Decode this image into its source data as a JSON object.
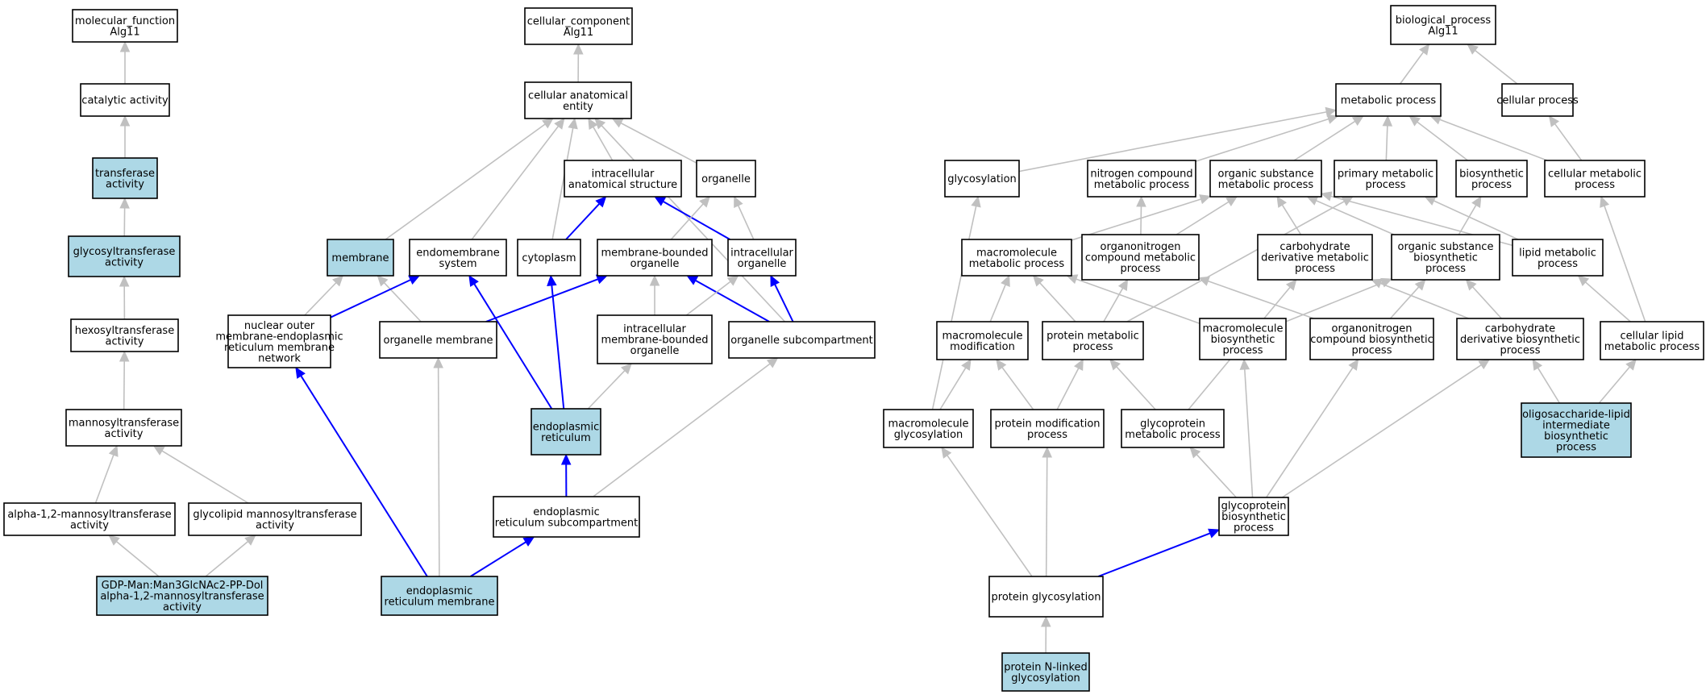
{
  "colors": {
    "default": "#ffffff",
    "highlight": "#add8e6",
    "is_a": "#c0c0c0",
    "part_of": "#0000ff"
  },
  "nodes": [
    {
      "id": "mf",
      "lines": [
        "molecular_function",
        "Alg11"
      ],
      "fill": "default"
    },
    {
      "id": "cat",
      "lines": [
        "catalytic activity"
      ],
      "fill": "default"
    },
    {
      "id": "trans",
      "lines": [
        "transferase",
        "activity"
      ],
      "fill": "highlight"
    },
    {
      "id": "glyco",
      "lines": [
        "glycosyltransferase",
        "activity"
      ],
      "fill": "highlight"
    },
    {
      "id": "hexo",
      "lines": [
        "hexosyltransferase",
        "activity"
      ],
      "fill": "default"
    },
    {
      "id": "manno",
      "lines": [
        "mannosyltransferase",
        "activity"
      ],
      "fill": "default"
    },
    {
      "id": "alpha12",
      "lines": [
        "alpha-1,2-mannosyltransferase",
        "activity"
      ],
      "fill": "default"
    },
    {
      "id": "glycolipid",
      "lines": [
        "glycolipid mannosyltransferase",
        "activity"
      ],
      "fill": "default"
    },
    {
      "id": "gdp",
      "lines": [
        "GDP-Man:Man3GlcNAc2-PP-Dol",
        "alpha-1,2-mannosyltransferase",
        "activity"
      ],
      "fill": "highlight"
    },
    {
      "id": "cc",
      "lines": [
        "cellular_component",
        "Alg11"
      ],
      "fill": "default"
    },
    {
      "id": "cae",
      "lines": [
        "cellular anatomical",
        "entity"
      ],
      "fill": "default"
    },
    {
      "id": "ias",
      "lines": [
        "intracellular",
        "anatomical structure"
      ],
      "fill": "default"
    },
    {
      "id": "organelle",
      "lines": [
        "organelle"
      ],
      "fill": "default"
    },
    {
      "id": "membrane",
      "lines": [
        "membrane"
      ],
      "fill": "highlight"
    },
    {
      "id": "endomem",
      "lines": [
        "endomembrane",
        "system"
      ],
      "fill": "default"
    },
    {
      "id": "cyto",
      "lines": [
        "cytoplasm"
      ],
      "fill": "default"
    },
    {
      "id": "mbo",
      "lines": [
        "membrane-bounded",
        "organelle"
      ],
      "fill": "default"
    },
    {
      "id": "io",
      "lines": [
        "intracellular",
        "organelle"
      ],
      "fill": "default"
    },
    {
      "id": "nomer",
      "lines": [
        "nuclear outer",
        "membrane-endoplasmic",
        "reticulum membrane",
        "network"
      ],
      "fill": "default"
    },
    {
      "id": "orgmem",
      "lines": [
        "organelle membrane"
      ],
      "fill": "default"
    },
    {
      "id": "imbo",
      "lines": [
        "intracellular",
        "membrane-bounded",
        "organelle"
      ],
      "fill": "default"
    },
    {
      "id": "orgsub",
      "lines": [
        "organelle subcompartment"
      ],
      "fill": "default"
    },
    {
      "id": "er",
      "lines": [
        "endoplasmic",
        "reticulum"
      ],
      "fill": "highlight"
    },
    {
      "id": "ersub",
      "lines": [
        "endoplasmic",
        "reticulum subcompartment"
      ],
      "fill": "default"
    },
    {
      "id": "ermem",
      "lines": [
        "endoplasmic",
        "reticulum membrane"
      ],
      "fill": "highlight"
    },
    {
      "id": "bp",
      "lines": [
        "biological_process",
        "Alg11"
      ],
      "fill": "default"
    },
    {
      "id": "metab",
      "lines": [
        "metabolic process"
      ],
      "fill": "default"
    },
    {
      "id": "cellproc",
      "lines": [
        "cellular process"
      ],
      "fill": "default"
    },
    {
      "id": "glycosylation",
      "lines": [
        "glycosylation"
      ],
      "fill": "default"
    },
    {
      "id": "ncmp",
      "lines": [
        "nitrogen compound",
        "metabolic process"
      ],
      "fill": "default"
    },
    {
      "id": "osmp",
      "lines": [
        "organic substance",
        "metabolic process"
      ],
      "fill": "default"
    },
    {
      "id": "pmp",
      "lines": [
        "primary metabolic",
        "process"
      ],
      "fill": "default"
    },
    {
      "id": "biosyn",
      "lines": [
        "biosynthetic",
        "process"
      ],
      "fill": "default"
    },
    {
      "id": "cmp",
      "lines": [
        "cellular metabolic",
        "process"
      ],
      "fill": "default"
    },
    {
      "id": "macromp",
      "lines": [
        "macromolecule",
        "metabolic process"
      ],
      "fill": "default"
    },
    {
      "id": "ocmp",
      "lines": [
        "organonitrogen",
        "compound metabolic",
        "process"
      ],
      "fill": "default"
    },
    {
      "id": "cdmp",
      "lines": [
        "carbohydrate",
        "derivative metabolic",
        "process"
      ],
      "fill": "default"
    },
    {
      "id": "osbp",
      "lines": [
        "organic substance",
        "biosynthetic",
        "process"
      ],
      "fill": "default"
    },
    {
      "id": "lipid",
      "lines": [
        "lipid metabolic",
        "process"
      ],
      "fill": "default"
    },
    {
      "id": "macromod",
      "lines": [
        "macromolecule",
        "modification"
      ],
      "fill": "default"
    },
    {
      "id": "protmp",
      "lines": [
        "protein metabolic",
        "process"
      ],
      "fill": "default"
    },
    {
      "id": "macrobp",
      "lines": [
        "macromolecule",
        "biosynthetic",
        "process"
      ],
      "fill": "default"
    },
    {
      "id": "ocbp",
      "lines": [
        "organonitrogen",
        "compound biosynthetic",
        "process"
      ],
      "fill": "default"
    },
    {
      "id": "cdbp",
      "lines": [
        "carbohydrate",
        "derivative biosynthetic",
        "process"
      ],
      "fill": "default"
    },
    {
      "id": "clmp",
      "lines": [
        "cellular lipid",
        "metabolic process"
      ],
      "fill": "default"
    },
    {
      "id": "macroglyc",
      "lines": [
        "macromolecule",
        "glycosylation"
      ],
      "fill": "default"
    },
    {
      "id": "protmod",
      "lines": [
        "protein modification",
        "process"
      ],
      "fill": "default"
    },
    {
      "id": "gpmp",
      "lines": [
        "glycoprotein",
        "metabolic process"
      ],
      "fill": "default"
    },
    {
      "id": "olib",
      "lines": [
        "oligosaccharide-lipid",
        "intermediate",
        "biosynthetic",
        "process"
      ],
      "fill": "highlight"
    },
    {
      "id": "gpbp",
      "lines": [
        "glycoprotein",
        "biosynthetic",
        "process"
      ],
      "fill": "default"
    },
    {
      "id": "protglyc",
      "lines": [
        "protein glycosylation"
      ],
      "fill": "default"
    },
    {
      "id": "pnlg",
      "lines": [
        "protein N-linked",
        "glycosylation"
      ],
      "fill": "highlight"
    }
  ],
  "edges": [
    {
      "from": "cat",
      "to": "mf",
      "kind": "is_a"
    },
    {
      "from": "trans",
      "to": "cat",
      "kind": "is_a"
    },
    {
      "from": "glyco",
      "to": "trans",
      "kind": "is_a"
    },
    {
      "from": "hexo",
      "to": "glyco",
      "kind": "is_a"
    },
    {
      "from": "manno",
      "to": "hexo",
      "kind": "is_a"
    },
    {
      "from": "alpha12",
      "to": "manno",
      "kind": "is_a"
    },
    {
      "from": "glycolipid",
      "to": "manno",
      "kind": "is_a"
    },
    {
      "from": "gdp",
      "to": "alpha12",
      "kind": "is_a"
    },
    {
      "from": "gdp",
      "to": "glycolipid",
      "kind": "is_a"
    },
    {
      "from": "cae",
      "to": "cc",
      "kind": "is_a"
    },
    {
      "from": "ias",
      "to": "cae",
      "kind": "is_a"
    },
    {
      "from": "organelle",
      "to": "cae",
      "kind": "is_a"
    },
    {
      "from": "membrane",
      "to": "cae",
      "kind": "is_a"
    },
    {
      "from": "endomem",
      "to": "cae",
      "kind": "is_a"
    },
    {
      "from": "cyto",
      "to": "cae",
      "kind": "is_a"
    },
    {
      "from": "orgsub",
      "to": "cae",
      "kind": "is_a"
    },
    {
      "from": "cyto",
      "to": "ias",
      "kind": "part_of"
    },
    {
      "from": "io",
      "to": "ias",
      "kind": "part_of"
    },
    {
      "from": "mbo",
      "to": "organelle",
      "kind": "is_a"
    },
    {
      "from": "io",
      "to": "organelle",
      "kind": "is_a"
    },
    {
      "from": "nomer",
      "to": "membrane",
      "kind": "is_a"
    },
    {
      "from": "orgmem",
      "to": "membrane",
      "kind": "is_a"
    },
    {
      "from": "nomer",
      "to": "endomem",
      "kind": "part_of"
    },
    {
      "from": "orgmem",
      "to": "mbo",
      "kind": "part_of"
    },
    {
      "from": "imbo",
      "to": "mbo",
      "kind": "is_a"
    },
    {
      "from": "orgsub",
      "to": "mbo",
      "kind": "part_of"
    },
    {
      "from": "imbo",
      "to": "io",
      "kind": "is_a"
    },
    {
      "from": "orgsub",
      "to": "io",
      "kind": "part_of"
    },
    {
      "from": "er",
      "to": "endomem",
      "kind": "part_of"
    },
    {
      "from": "er",
      "to": "cyto",
      "kind": "part_of"
    },
    {
      "from": "er",
      "to": "imbo",
      "kind": "is_a"
    },
    {
      "from": "ersub",
      "to": "er",
      "kind": "part_of"
    },
    {
      "from": "ersub",
      "to": "orgsub",
      "kind": "is_a"
    },
    {
      "from": "ermem",
      "to": "nomer",
      "kind": "part_of"
    },
    {
      "from": "ermem",
      "to": "orgmem",
      "kind": "is_a"
    },
    {
      "from": "ermem",
      "to": "ersub",
      "kind": "part_of"
    },
    {
      "from": "metab",
      "to": "bp",
      "kind": "is_a"
    },
    {
      "from": "cellproc",
      "to": "bp",
      "kind": "is_a"
    },
    {
      "from": "glycosylation",
      "to": "metab",
      "kind": "is_a"
    },
    {
      "from": "ncmp",
      "to": "metab",
      "kind": "is_a"
    },
    {
      "from": "osmp",
      "to": "metab",
      "kind": "is_a"
    },
    {
      "from": "pmp",
      "to": "metab",
      "kind": "is_a"
    },
    {
      "from": "biosyn",
      "to": "metab",
      "kind": "is_a"
    },
    {
      "from": "cmp",
      "to": "metab",
      "kind": "is_a"
    },
    {
      "from": "cmp",
      "to": "cellproc",
      "kind": "is_a"
    },
    {
      "from": "macromp",
      "to": "osmp",
      "kind": "is_a"
    },
    {
      "from": "ocmp",
      "to": "ncmp",
      "kind": "is_a"
    },
    {
      "from": "ocmp",
      "to": "osmp",
      "kind": "is_a"
    },
    {
      "from": "cdmp",
      "to": "osmp",
      "kind": "is_a"
    },
    {
      "from": "osbp",
      "to": "osmp",
      "kind": "is_a"
    },
    {
      "from": "osbp",
      "to": "biosyn",
      "kind": "is_a"
    },
    {
      "from": "lipid",
      "to": "osmp",
      "kind": "is_a"
    },
    {
      "from": "lipid",
      "to": "pmp",
      "kind": "is_a"
    },
    {
      "from": "macromod",
      "to": "macromp",
      "kind": "is_a"
    },
    {
      "from": "protmp",
      "to": "macromp",
      "kind": "is_a"
    },
    {
      "from": "protmp",
      "to": "ocmp",
      "kind": "is_a"
    },
    {
      "from": "protmp",
      "to": "pmp",
      "kind": "is_a"
    },
    {
      "from": "macrobp",
      "to": "macromp",
      "kind": "is_a"
    },
    {
      "from": "macrobp",
      "to": "osbp",
      "kind": "is_a"
    },
    {
      "from": "ocbp",
      "to": "ocmp",
      "kind": "is_a"
    },
    {
      "from": "ocbp",
      "to": "osbp",
      "kind": "is_a"
    },
    {
      "from": "cdbp",
      "to": "cdmp",
      "kind": "is_a"
    },
    {
      "from": "cdbp",
      "to": "osbp",
      "kind": "is_a"
    },
    {
      "from": "clmp",
      "to": "lipid",
      "kind": "is_a"
    },
    {
      "from": "clmp",
      "to": "cmp",
      "kind": "is_a"
    },
    {
      "from": "macroglyc",
      "to": "glycosylation",
      "kind": "is_a"
    },
    {
      "from": "macroglyc",
      "to": "macromod",
      "kind": "is_a"
    },
    {
      "from": "protmod",
      "to": "macromod",
      "kind": "is_a"
    },
    {
      "from": "protmod",
      "to": "protmp",
      "kind": "is_a"
    },
    {
      "from": "gpmp",
      "to": "protmp",
      "kind": "is_a"
    },
    {
      "from": "gpmp",
      "to": "cdmp",
      "kind": "is_a"
    },
    {
      "from": "olib",
      "to": "cdbp",
      "kind": "is_a"
    },
    {
      "from": "olib",
      "to": "clmp",
      "kind": "is_a"
    },
    {
      "from": "gpbp",
      "to": "gpmp",
      "kind": "is_a"
    },
    {
      "from": "gpbp",
      "to": "macrobp",
      "kind": "is_a"
    },
    {
      "from": "gpbp",
      "to": "ocbp",
      "kind": "is_a"
    },
    {
      "from": "gpbp",
      "to": "cdbp",
      "kind": "is_a"
    },
    {
      "from": "protglyc",
      "to": "macroglyc",
      "kind": "is_a"
    },
    {
      "from": "protglyc",
      "to": "protmod",
      "kind": "is_a"
    },
    {
      "from": "protglyc",
      "to": "gpbp",
      "kind": "part_of"
    },
    {
      "from": "pnlg",
      "to": "protglyc",
      "kind": "is_a"
    }
  ]
}
